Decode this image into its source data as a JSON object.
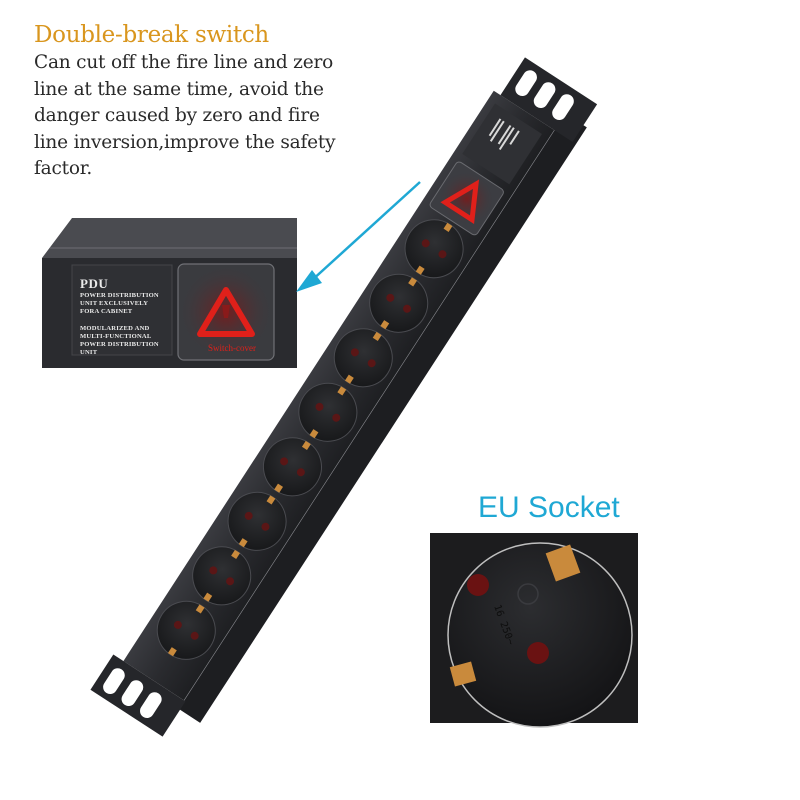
{
  "callout": {
    "title": "Double-break switch",
    "description_lines": [
      "Can cut off the fire line and zero",
      "line at the same time, avoid the",
      "danger caused by zero and fire",
      "line inversion,improve the safety",
      "factor."
    ],
    "title_color": "#d9961e",
    "arrow_color": "#1fa8d4"
  },
  "inset_panel": {
    "heading": "PDU",
    "lines_1": [
      "POWER DISTRIBUTION",
      "UNIT EXCLUSIVELY",
      "FORA CABINET"
    ],
    "lines_2": [
      "MODULARIZED AND",
      "MULTI-FUNCTIONAL",
      "POWER DISTRIBUTION",
      "UNIT"
    ],
    "switch_label": "Switch-cover",
    "switch_icon": "warning-triangle-icon",
    "switch_color": "#e0201a"
  },
  "product": {
    "name": "PDU power strip",
    "socket_count": 8,
    "body_color": "#2b2c30",
    "contact_color": "#c98a3c"
  },
  "eu_socket": {
    "label": "EU Socket",
    "label_color": "#1fa8d4",
    "rating_text": "16 250~"
  }
}
